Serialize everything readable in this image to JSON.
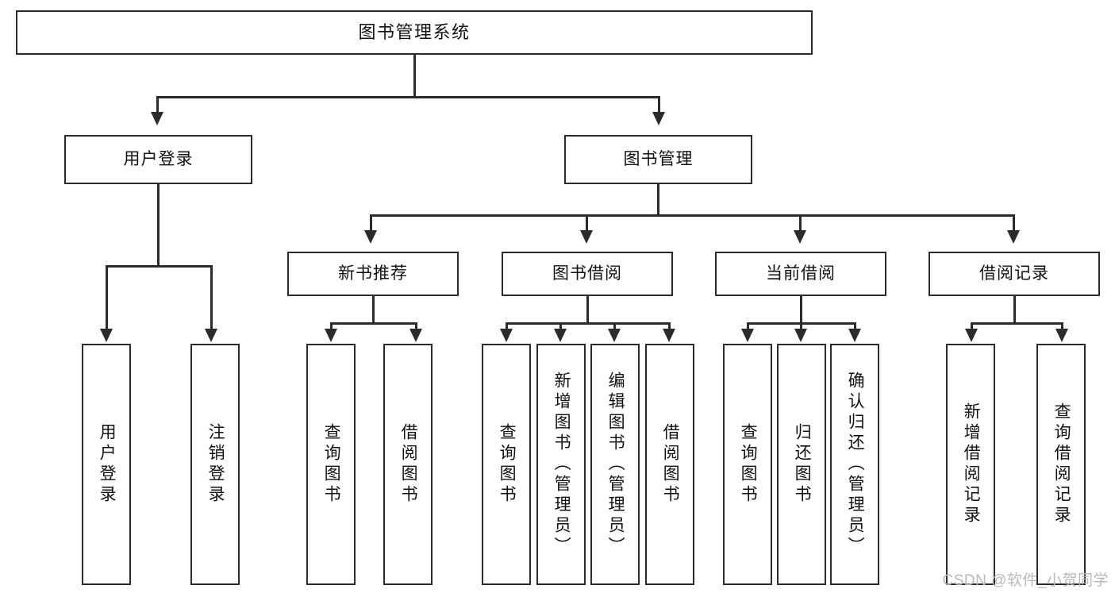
{
  "diagram": {
    "title_node": {
      "label": "图书管理系统"
    },
    "level2": [
      {
        "id": "user-login",
        "label": "用户登录"
      },
      {
        "id": "book-management",
        "label": "图书管理"
      }
    ],
    "level3": [
      {
        "id": "new-book-recommend",
        "label": "新书推荐"
      },
      {
        "id": "book-borrow",
        "label": "图书借阅"
      },
      {
        "id": "current-borrow",
        "label": "当前借阅"
      },
      {
        "id": "borrow-record",
        "label": "借阅记录"
      }
    ],
    "leaves": {
      "user_login": [
        {
          "id": "leaf-user-login",
          "label": "用户登录"
        },
        {
          "id": "leaf-logout-login",
          "label": "注销登录"
        }
      ],
      "new_book_recommend": [
        {
          "id": "leaf-query-book-1",
          "label": "查询图书"
        },
        {
          "id": "leaf-borrow-book-1",
          "label": "借阅图书"
        }
      ],
      "book_borrow": [
        {
          "id": "leaf-query-book-2",
          "label": "查询图书"
        },
        {
          "id": "leaf-add-book",
          "label": "新增图书（管理员）"
        },
        {
          "id": "leaf-edit-book",
          "label": "编辑图书（管理员）"
        },
        {
          "id": "leaf-borrow-book-2",
          "label": "借阅图书"
        }
      ],
      "current_borrow": [
        {
          "id": "leaf-query-book-3",
          "label": "查询图书"
        },
        {
          "id": "leaf-return-book",
          "label": "归还图书"
        },
        {
          "id": "leaf-confirm-return",
          "label": "确认归还（管理员）"
        }
      ],
      "borrow_record": [
        {
          "id": "leaf-add-record",
          "label": "新增借阅记录"
        },
        {
          "id": "leaf-query-record",
          "label": "查询借阅记录"
        }
      ]
    }
  },
  "watermark": {
    "text": "CSDN @软件_小贺同学"
  },
  "colors": {
    "stroke": "#2b2b2b",
    "background": "#ffffff",
    "text": "#111111",
    "watermark": "#b9b9b9"
  }
}
